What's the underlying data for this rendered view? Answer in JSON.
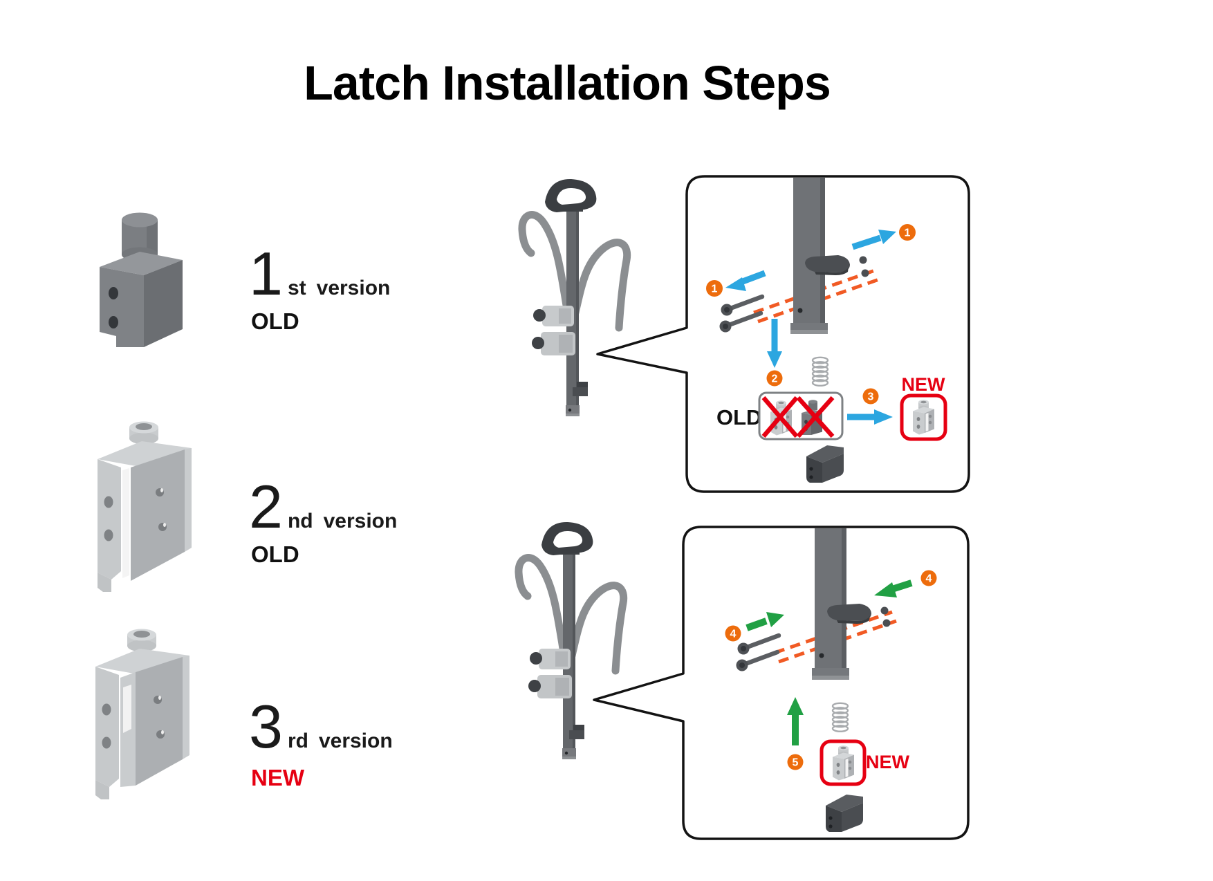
{
  "title": "Latch Installation Steps",
  "versions": [
    {
      "number": "1",
      "ordinal": "st",
      "word": "version",
      "status": "OLD"
    },
    {
      "number": "2",
      "ordinal": "nd",
      "word": "version",
      "status": "OLD"
    },
    {
      "number": "3",
      "ordinal": "rd",
      "word": "version",
      "status": "NEW"
    }
  ],
  "steps": {
    "s1": "1",
    "s2": "2",
    "s3": "3",
    "s4": "4",
    "s5": "5"
  },
  "labels": {
    "old": "OLD",
    "new": "NEW"
  },
  "colors": {
    "badge_orange": "#ED6C0C",
    "arrow_blue": "#2CA6E0",
    "arrow_green": "#21A044",
    "dash_orange": "#F15A24",
    "highlight_red": "#E60012",
    "panel_border": "#131313",
    "part_dark_gray": "#6E7175",
    "part_light_gray": "#C9CCCE"
  }
}
